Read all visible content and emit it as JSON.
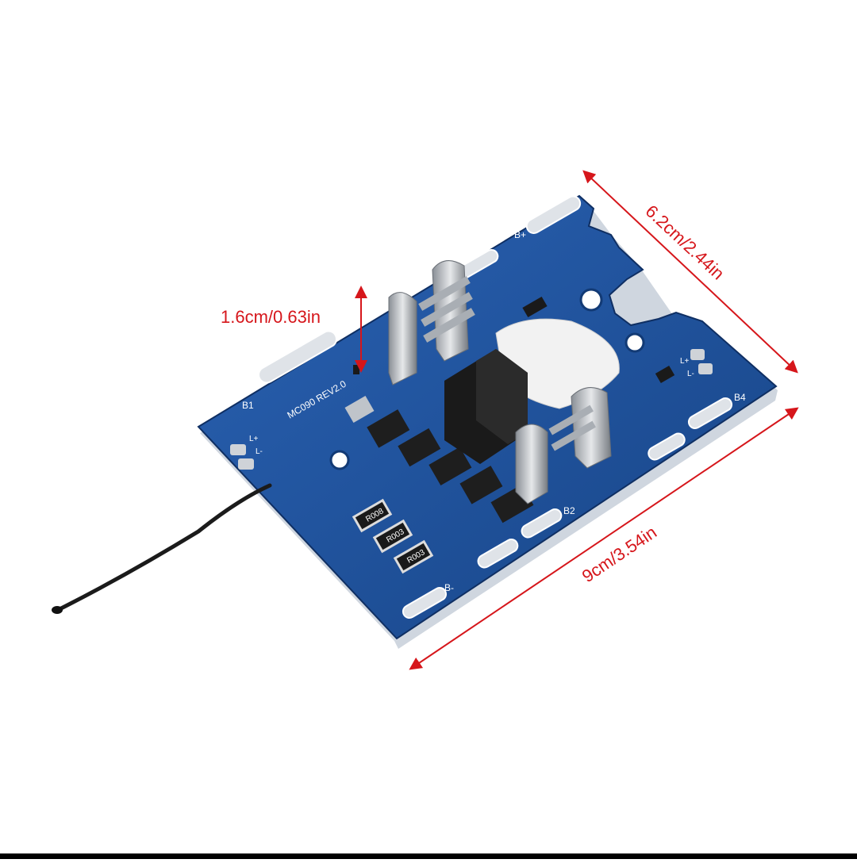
{
  "photo": {
    "subject": "BMS protection circuit board",
    "board_color": "#1f4f9a",
    "silkscreen_color": "#ffffff",
    "pad_color": "#d9dde3",
    "annotation_color": "#d6161b"
  },
  "dimensions": {
    "thickness_label": "1.6cm/0.63in",
    "width_label": "6.2cm/2.44in",
    "length_label": "9cm/3.54in"
  },
  "silkscreen": {
    "board_id": "MC090 REV2.0",
    "b1": "B1",
    "b2": "B2",
    "b4": "B4",
    "b_plus": "B+",
    "b_minus": "B-",
    "l_plus_left": "L+",
    "l_minus_left": "L-",
    "l_plus_right": "L+",
    "l_minus_right": "L-",
    "resistor_1": "R008",
    "resistor_2": "R003",
    "resistor_3": "R003"
  }
}
